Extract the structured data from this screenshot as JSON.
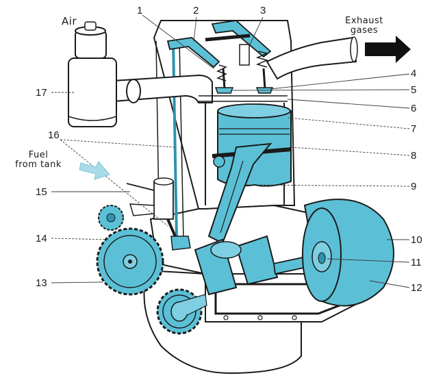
{
  "labels": {
    "air": "Air",
    "exhaust_line1": "Exhaust",
    "exhaust_line2": "gases",
    "fuel_line1": "Fuel",
    "fuel_line2": "from tank"
  },
  "parts": [
    "1",
    "2",
    "3",
    "4",
    "5",
    "6",
    "7",
    "8",
    "9",
    "10",
    "11",
    "12",
    "13",
    "14",
    "15",
    "16",
    "17"
  ],
  "colors": {
    "accent": "#5bc0d6",
    "accent_dark": "#2f93ab",
    "outline": "#1a1a1a",
    "light_gray": "#d9d9d9",
    "arrow": "#111111"
  },
  "icons": {
    "exhaust": "exhaust-arrow-icon",
    "fuel": "fuel-arrow-icon"
  }
}
